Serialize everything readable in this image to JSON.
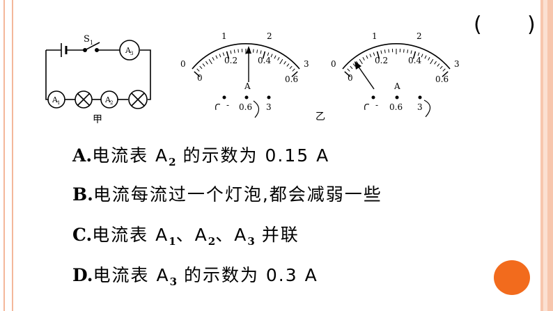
{
  "answer_bracket": {
    "open": "(",
    "close": ")"
  },
  "circuit": {
    "switch_label": "S",
    "switch_sub": "1",
    "meter_a3": "A",
    "meter_a3_sub": "3",
    "meter_a1": "A",
    "meter_a1_sub": "1",
    "meter_a2": "A",
    "meter_a2_sub": "2",
    "caption": "甲"
  },
  "ammeter_left": {
    "outer_labels": [
      "0",
      "1",
      "2",
      "3"
    ],
    "inner_labels": [
      "0",
      "0.2",
      "0.4",
      "0.6"
    ],
    "unit": "A",
    "terminals": [
      "-",
      "0.6",
      "3"
    ]
  },
  "ammeter_right": {
    "outer_labels": [
      "0",
      "1",
      "2",
      "3"
    ],
    "inner_labels": [
      "0",
      "0.2",
      "0.4",
      "0.6"
    ],
    "unit": "A",
    "terminals": [
      "-",
      "0.6",
      "3"
    ]
  },
  "figure_caption_right": "乙",
  "options": [
    {
      "letter": "A.",
      "pre": "电流表 A",
      "sub": "2",
      "post": " 的示数为 0.15 A"
    },
    {
      "letter": "B.",
      "pre": "电流每流过一个灯泡,都会减弱一些",
      "sub": "",
      "post": ""
    },
    {
      "letter": "C.",
      "pre": "电流表 A",
      "sub": "1",
      "post": "、A",
      "sub2": "2",
      "post2": "、A",
      "sub3": "3",
      "post3": " 并联"
    },
    {
      "letter": "D.",
      "pre": "电流表 A",
      "sub": "3",
      "post": " 的示数为 0.3 A"
    }
  ],
  "colors": {
    "frame": "#f4b79a",
    "accent_dot": "#f26b1d"
  }
}
